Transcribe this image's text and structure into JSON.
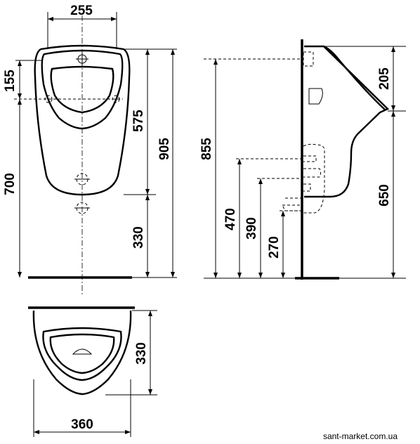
{
  "dimensions": {
    "front_top_width": "255",
    "front_inlet_height": "155",
    "front_bowl_height": "575",
    "front_total_height": "905",
    "front_side_height": "700",
    "front_bottom_height": "330",
    "side_top_offset": "205",
    "side_total_height": "855",
    "side_lower_height": "650",
    "side_470": "470",
    "side_390": "390",
    "side_270": "270",
    "plan_depth": "330",
    "plan_width": "360"
  },
  "watermark": "sant-market.com.ua"
}
